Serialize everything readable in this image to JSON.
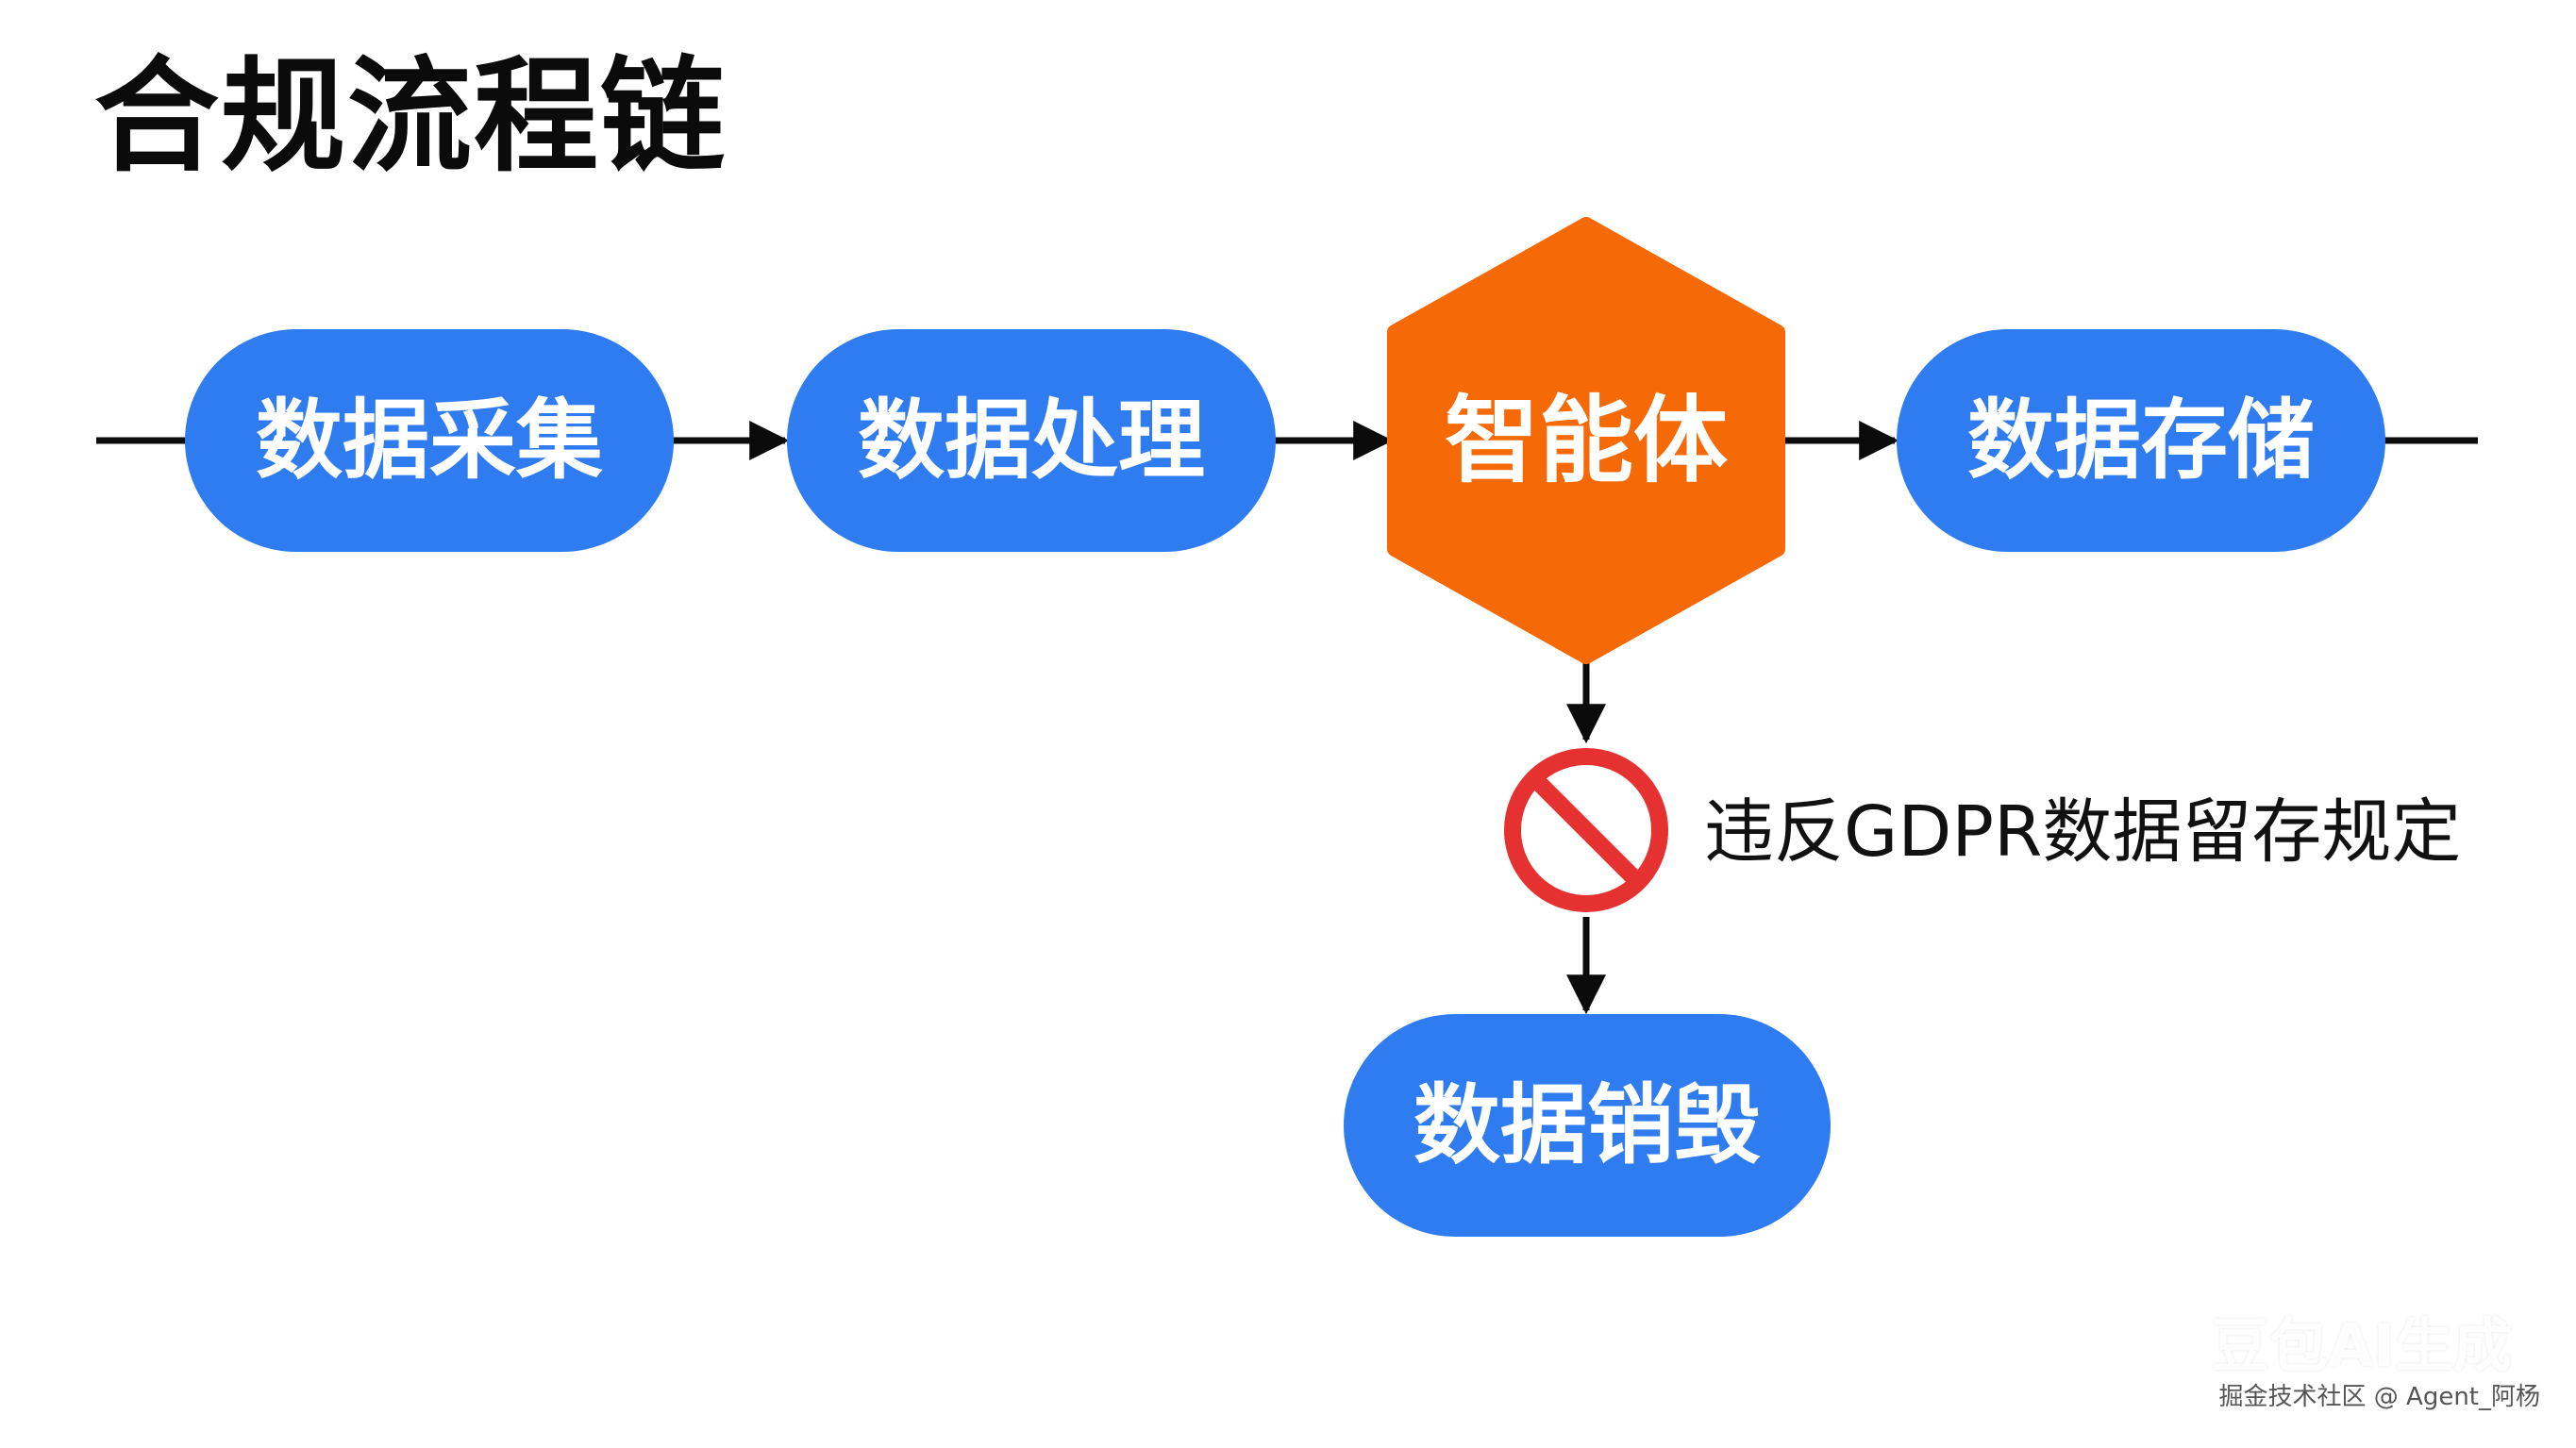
{
  "title": "合规流程链",
  "nodes": {
    "collect": "数据采集",
    "process": "数据处理",
    "agent": "智能体",
    "store": "数据存储",
    "destroy": "数据销毁"
  },
  "violation": {
    "label": "违反GDPR数据留存规定",
    "icon": "prohibited-icon"
  },
  "watermark": {
    "brand": "豆包AI生成",
    "credit": "掘金技术社区 @ Agent_阿杨"
  },
  "colors": {
    "blue_node": "#2f7cf0",
    "agent_node": "#f56a06",
    "prohibit_red": "#e5312f",
    "line": "#0b0b0b"
  }
}
